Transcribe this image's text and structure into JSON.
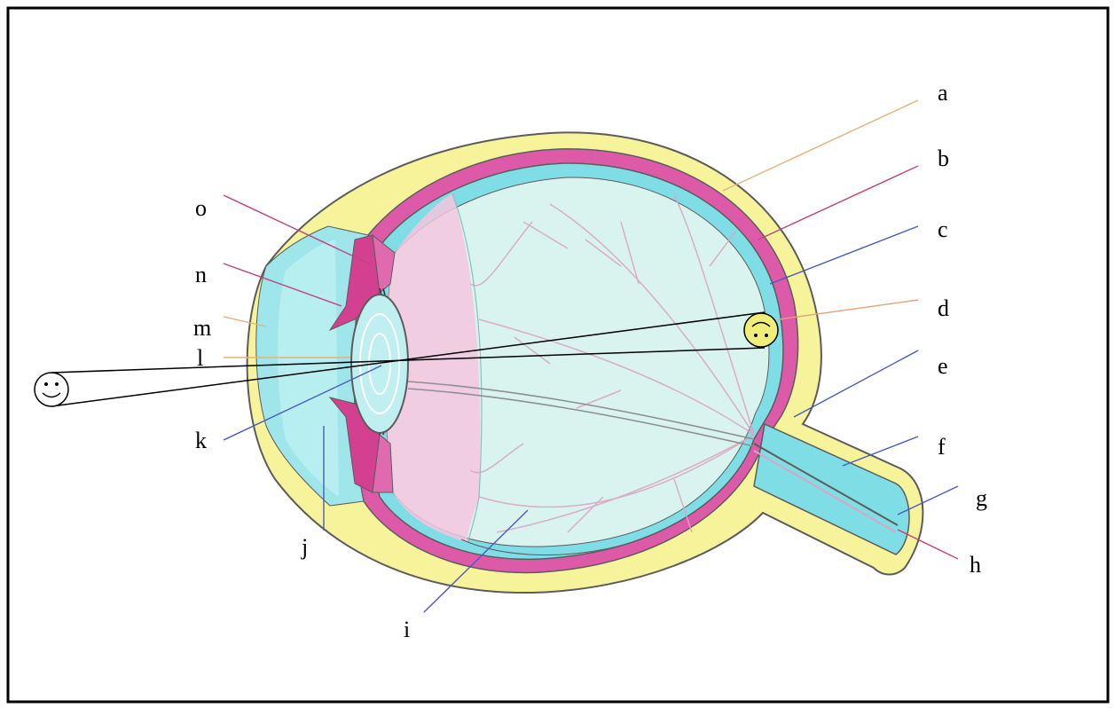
{
  "labels": {
    "a": "a",
    "b": "b",
    "c": "c",
    "d": "d",
    "e": "e",
    "f": "f",
    "g": "g",
    "h": "h",
    "i": "i",
    "j": "j",
    "k": "k",
    "l": "l",
    "m": "m",
    "n": "n",
    "o": "o"
  },
  "colors": {
    "sclera": "#f6f39a",
    "choroid": "#dd5aa8",
    "retina": "#7fdde6",
    "vitreous": "#d9f3ef",
    "aqueous": "#9fe6ea",
    "lens": "#bfeff1",
    "iris": "#d2408f",
    "ciliary": "#f0b0d6",
    "outline": "#5c5c5c",
    "object": "#ffffff",
    "image": "#f0ee78"
  },
  "icons": {
    "object": "smiley-face-icon",
    "image": "inverted-smiley-face-icon"
  }
}
